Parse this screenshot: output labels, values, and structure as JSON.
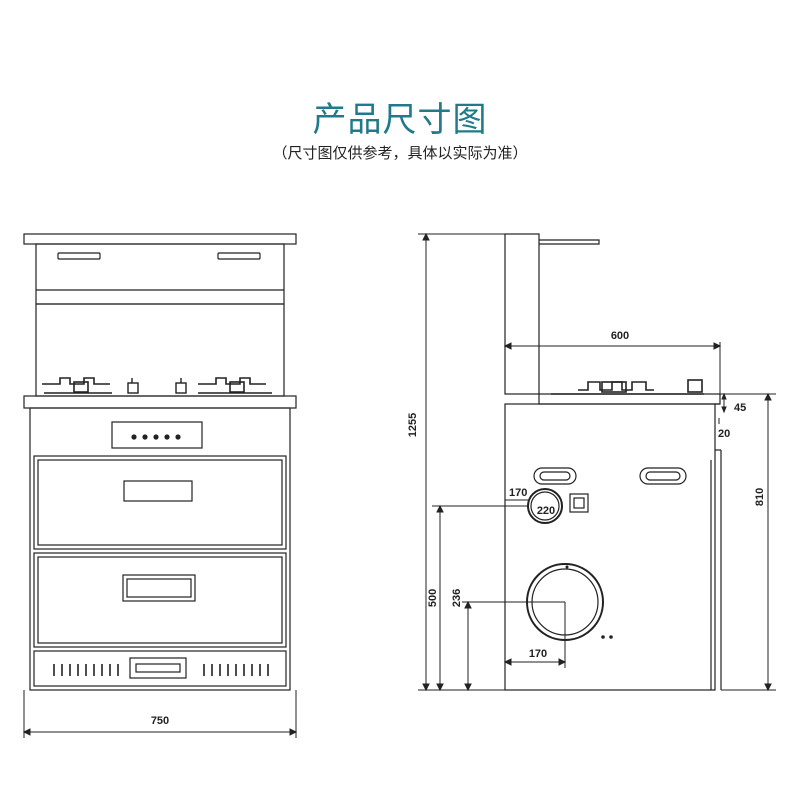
{
  "header": {
    "title": "产品尺寸图",
    "subtitle": "（尺寸图仅供参考，具体以实际为准）"
  },
  "dimensions": {
    "front_width": "750",
    "total_height": "1255",
    "depth": "600",
    "counter_thickness": "45",
    "counter_step": "20",
    "cabinet_height": "810",
    "gas_inlet_offset": "170",
    "gas_inlet_diameter": "220",
    "gas_inlet_height": "500",
    "drain_height": "236",
    "drain_offset": "170"
  },
  "colors": {
    "title": "#1f7a8c",
    "line": "#222222"
  }
}
